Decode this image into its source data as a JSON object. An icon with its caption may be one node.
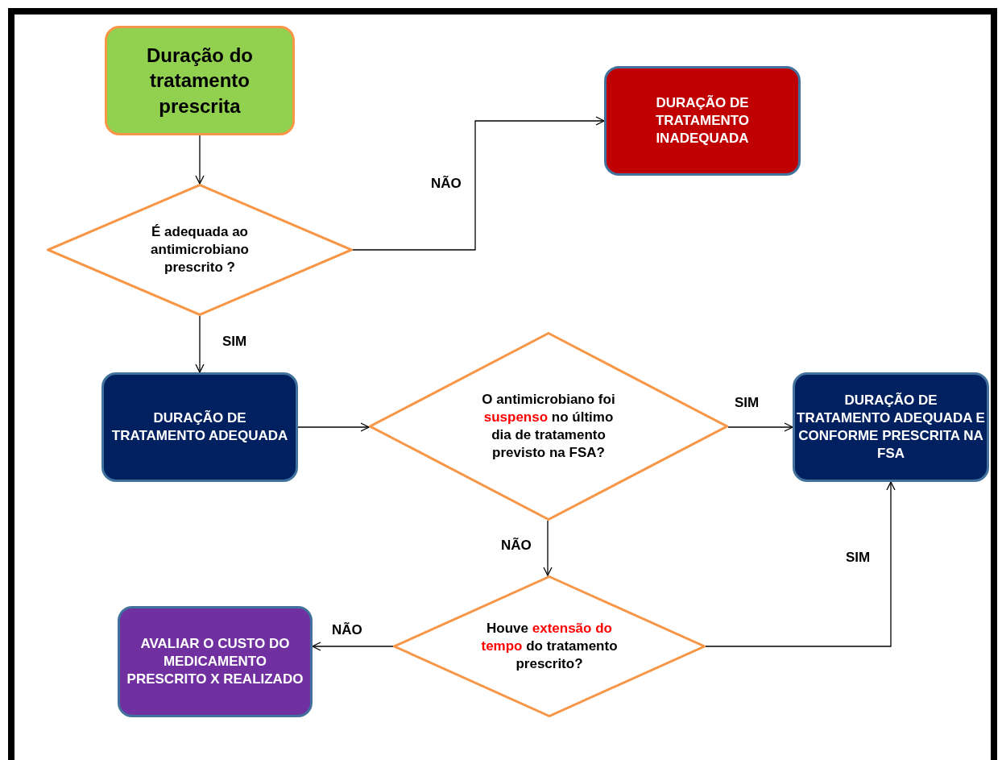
{
  "diagram": {
    "nodes": [
      {
        "text": [
          "Duração do tratamento prescrita"
        ]
      },
      {
        "text": [
          "É adequada ao antimicrobiano prescrito ?"
        ]
      },
      {
        "text": [
          "DURAÇÃO DE TRATAMENTO INADEQUADA"
        ]
      },
      {
        "text": [
          "DURAÇÃO DE TRATAMENTO ADEQUADA"
        ]
      },
      {
        "text": [
          "O antimicrobiano foi **suspenso** no último dia de tratamento previsto na FSA?"
        ]
      },
      {
        "text": [
          "DURAÇÃO DE TRATAMENTO ADEQUADA E CONFORME PRESCRITA NA FSA"
        ]
      },
      {
        "text": [
          "Houve **extensão do tempo** do tratamento prescrito?"
        ]
      },
      {
        "text": [
          "AVALIAR O CUSTO DO MEDICAMENTO PRESCRITO X REALIZADO"
        ]
      }
    ],
    "edges": [
      {
        "from": 0,
        "to": 1,
        "arrow": "to"
      },
      {
        "from": 1,
        "to": 2,
        "arrow": "to",
        "label": "NÃO"
      },
      {
        "from": 1,
        "to": 3,
        "arrow": "to",
        "label": "SIM"
      },
      {
        "from": 3,
        "to": 4,
        "arrow": "to"
      },
      {
        "from": 4,
        "to": 5,
        "arrow": "to",
        "label": "SIM"
      },
      {
        "from": 4,
        "to": 6,
        "arrow": "to",
        "label": "NÃO"
      },
      {
        "from": 6,
        "to": 7,
        "arrow": "to",
        "label": "NÃO"
      },
      {
        "from": 6,
        "to": 5,
        "arrow": "to",
        "label": "SIM"
      }
    ]
  }
}
